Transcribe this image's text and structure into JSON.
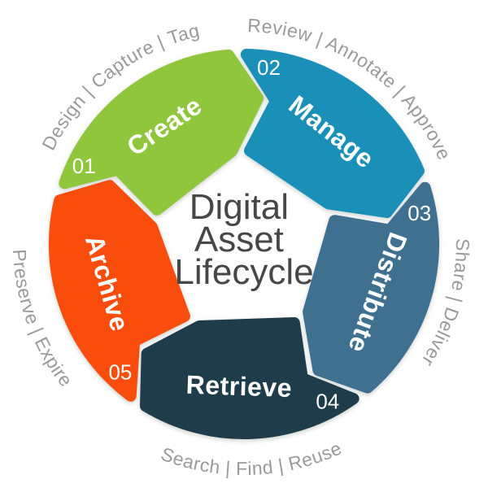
{
  "title": {
    "lines": [
      "Digital",
      "Asset",
      "Lifecycle"
    ],
    "color": "#474747"
  },
  "captions_color": "#9A9A9A",
  "background": "#FFFFFF",
  "segments": [
    {
      "number": "01",
      "label": "Create",
      "color": "#90C63C",
      "caption": "Design | Capture | Tag"
    },
    {
      "number": "02",
      "label": "Manage",
      "color": "#1A8FB7",
      "caption": "Review | Annotate | Approve"
    },
    {
      "number": "03",
      "label": "Distribute",
      "color": "#3F7090",
      "caption": "Share | Deliver"
    },
    {
      "number": "04",
      "label": "Retrieve",
      "color": "#1F3C4A",
      "caption": "Search | Find | Reuse"
    },
    {
      "number": "05",
      "label": "Archive",
      "color": "#F94D0E",
      "caption": "Preserve | Expire"
    }
  ]
}
